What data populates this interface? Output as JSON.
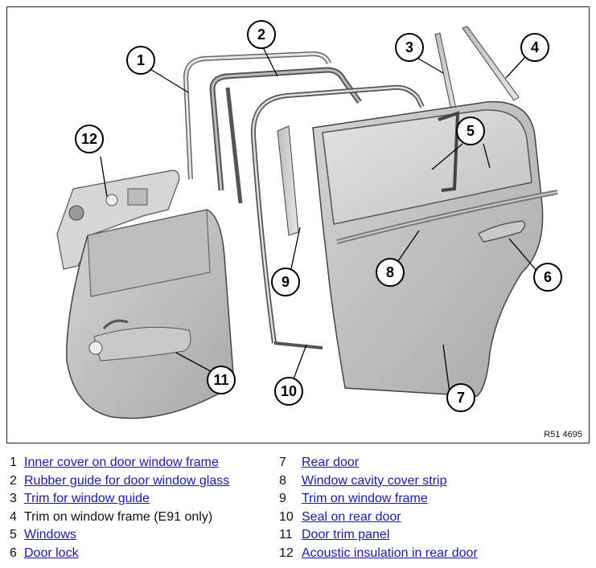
{
  "diagram": {
    "ref_code": "R51 4695",
    "callouts": [
      "1",
      "2",
      "3",
      "4",
      "5",
      "6",
      "7",
      "8",
      "9",
      "10",
      "11",
      "12"
    ]
  },
  "legend": {
    "left": [
      {
        "num": "1",
        "label": "Inner cover on door window frame",
        "link": true
      },
      {
        "num": "2",
        "label": "Rubber guide for door window glass",
        "link": true
      },
      {
        "num": "3",
        "label": "Trim for window guide",
        "link": true
      },
      {
        "num": "4",
        "label": "Trim on window frame (E91 only)",
        "link": false
      },
      {
        "num": "5",
        "label": "Windows",
        "link": true
      },
      {
        "num": "6",
        "label": "Door lock",
        "link": true
      }
    ],
    "right": [
      {
        "num": "7",
        "label": "Rear door",
        "link": true
      },
      {
        "num": "8",
        "label": "Window cavity cover strip",
        "link": true
      },
      {
        "num": "9",
        "label": "Trim on window frame",
        "link": true
      },
      {
        "num": "10",
        "label": "Seal on rear door",
        "link": true
      },
      {
        "num": "11",
        "label": "Door trim panel",
        "link": true
      },
      {
        "num": "12",
        "label": "Acoustic insulation in rear door",
        "link": true
      }
    ]
  }
}
